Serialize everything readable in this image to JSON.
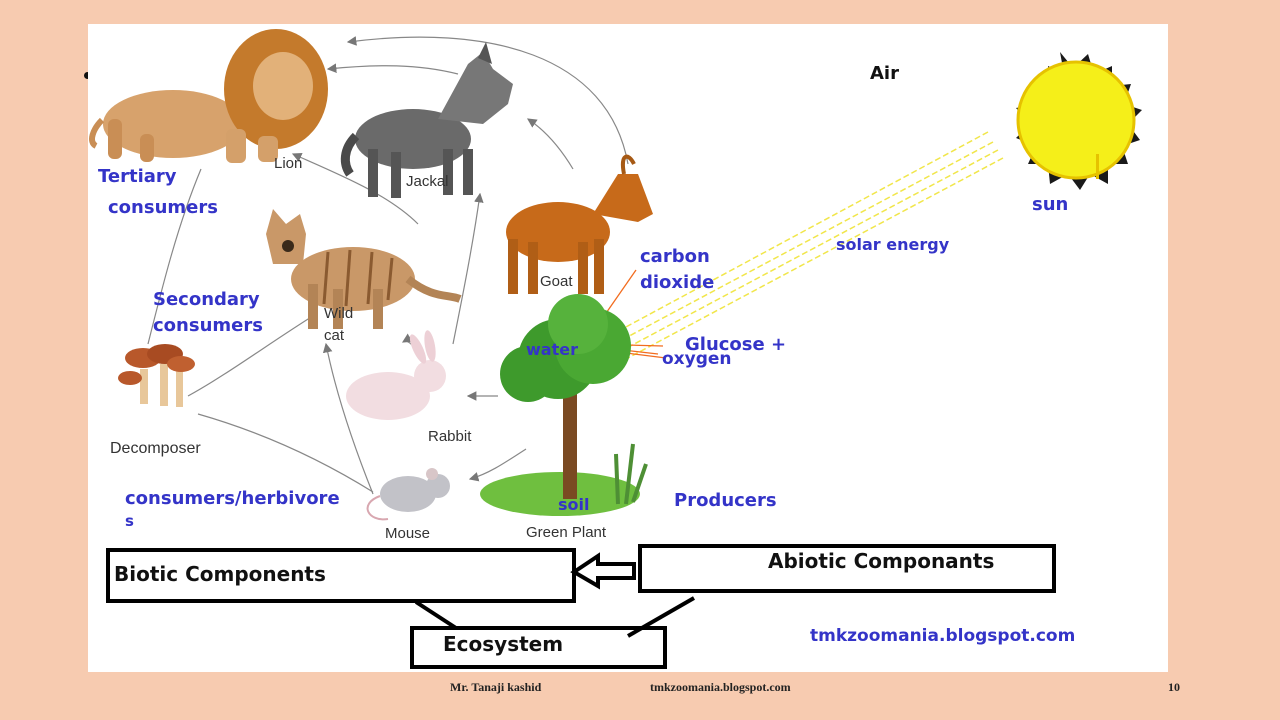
{
  "labels": {
    "air": "Air",
    "sun": "sun",
    "solar_energy": "solar energy",
    "tertiary_1": "Tertiary",
    "tertiary_2": "consumers",
    "secondary_1": "Secondary",
    "secondary_2": "consumers",
    "primary_1": "consumers/herbivore",
    "primary_2": "s",
    "carbon_1": "carbon",
    "carbon_2": "dioxide",
    "water": "water",
    "glucose_1": "Glucose +",
    "glucose_2": "oxygen",
    "soil": "soil",
    "producers": "Producers",
    "website": "tmkzoomania.blogspot.com"
  },
  "organisms": {
    "lion": "Lion",
    "jackal": "Jackal",
    "goat": "Goat",
    "wildcat_1": "Wild",
    "wildcat_2": "cat",
    "rabbit": "Rabbit",
    "mouse": "Mouse",
    "plant": "Green Plant",
    "decomposer": "Decomposer"
  },
  "boxes": {
    "biotic": "Biotic Components",
    "abiotic": "Abiotic Componants",
    "ecosystem": "Ecosystem"
  },
  "footer": {
    "author": "Mr. Tanaji kashid",
    "site": "tmkzoomania.blogspot.com",
    "page": "10"
  },
  "colors": {
    "label_blue": "#3434c8",
    "background": "#f7cbb0",
    "sun": "#f5ef19"
  }
}
